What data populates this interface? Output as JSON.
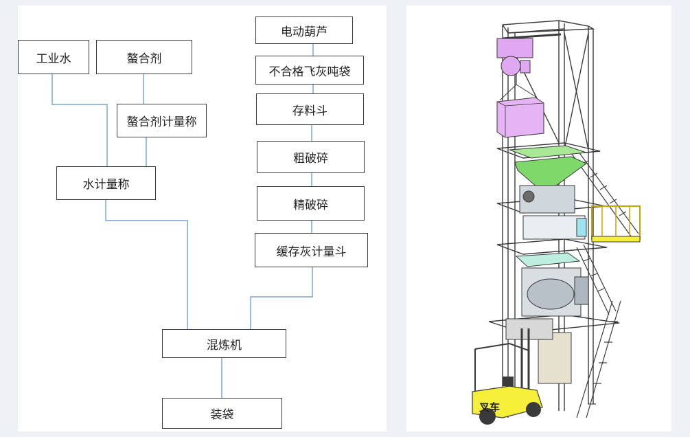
{
  "flowchart": {
    "nodes": {
      "industrial_water": "工业水",
      "chelating_agent": "螯合剂",
      "chelating_agent_scale": "螯合剂计量称",
      "water_scale": "水计量称",
      "electric_hoist": "电动葫芦",
      "rejected_ash_bag": "不合格飞灰吨袋",
      "storage_hopper": "存料斗",
      "coarse_crushing": "粗破碎",
      "fine_crushing": "精破碎",
      "buffer_ash_hopper": "缓存灰计量斗",
      "mixer": "混炼机",
      "bagging": "装袋"
    },
    "line_color": "#5b8fc7"
  },
  "illustration": {
    "forklift_label": "叉车",
    "colors": {
      "hoist": "#e0a8f0",
      "ton_bag": "#e6b4f5",
      "hopper": "#7fd96a",
      "forklift": "#f5ef3a",
      "frame": "#3a3a3a"
    }
  }
}
